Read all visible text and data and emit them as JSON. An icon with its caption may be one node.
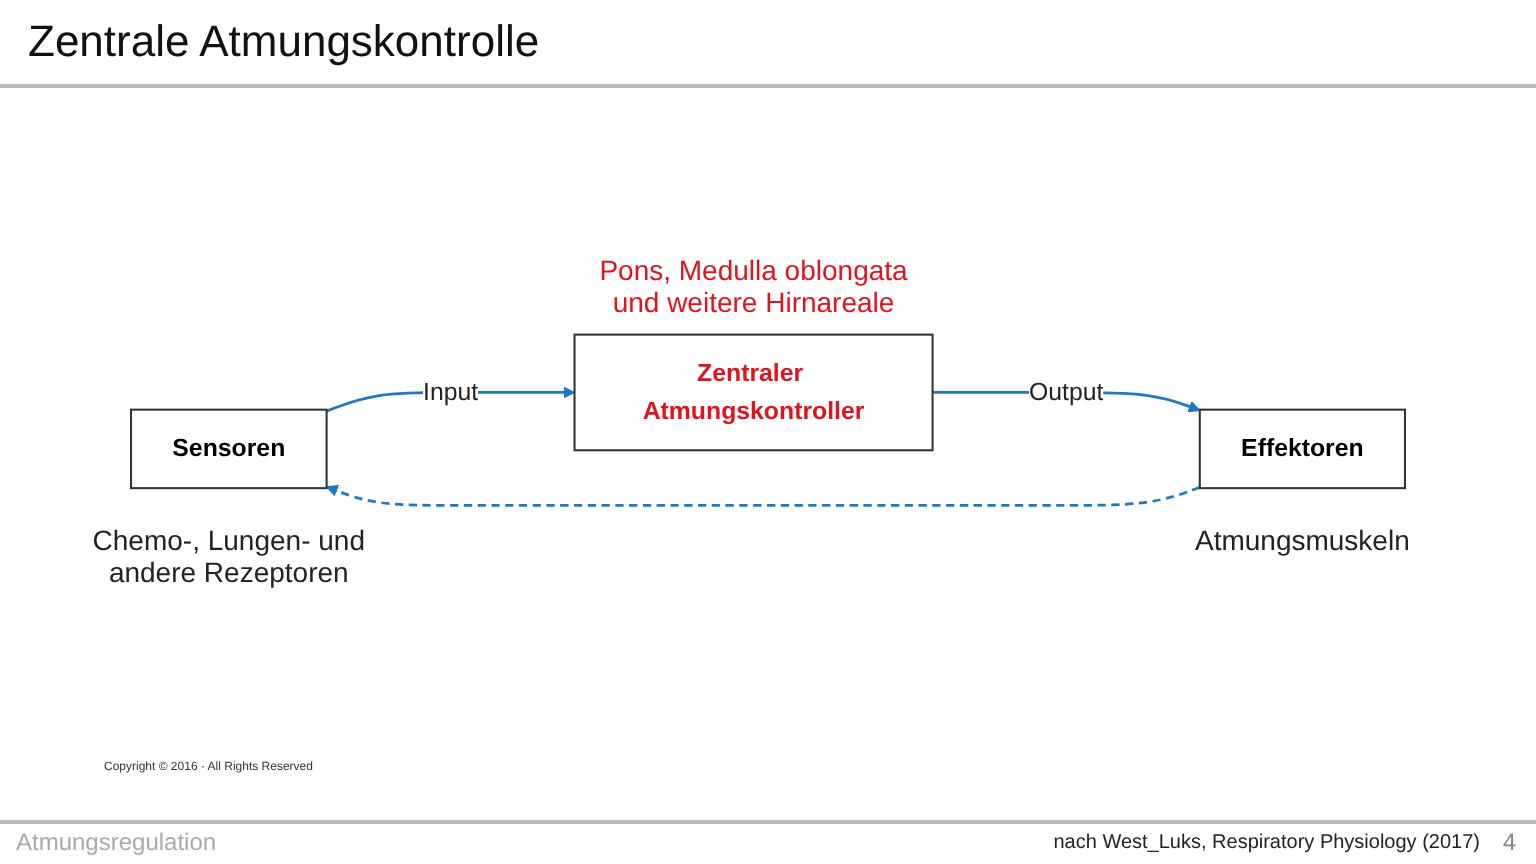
{
  "diagram": {
    "title": "Zentrale Atmungskontrolle",
    "nodes": [
      {
        "text": [
          "Zentraler Atmungskontroller"
        ],
        "beside": [
          "Pons, Medulla oblongata und weitere Hirnareale"
        ]
      },
      {
        "text": [
          "Sensoren"
        ],
        "beside": [
          "Chemo-, Lungen- und andere Rezeptoren"
        ]
      },
      {
        "text": [
          "Effektoren"
        ],
        "beside": [
          "Atmungsmuskeln"
        ]
      }
    ],
    "edges": [
      {
        "from": 1,
        "to": 0,
        "arrow": "to",
        "label": "Input"
      },
      {
        "from": 0,
        "to": 2,
        "arrow": "to",
        "label": "Output"
      },
      {
        "from": 2,
        "to": 1,
        "arrow": "to",
        "style": "dashed"
      }
    ],
    "labels": [
      "Copyright © 2016 · All Rights Reserved",
      "Atmungsregulation",
      "nach West_Luks, Respiratory Physiology (2017)",
      "4"
    ]
  }
}
